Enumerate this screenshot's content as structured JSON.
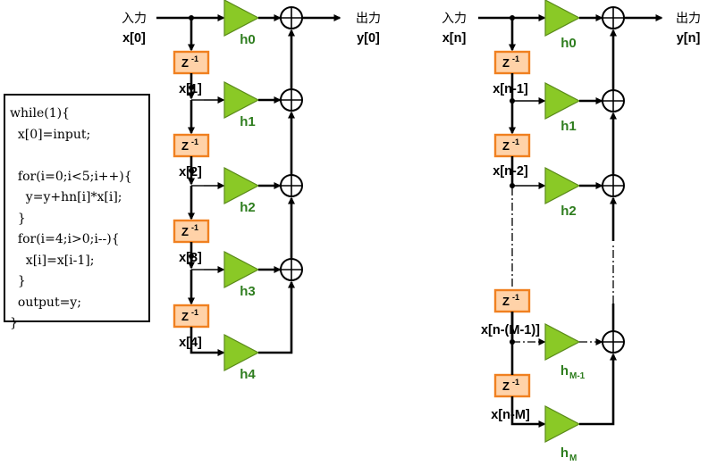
{
  "code": {
    "lines": [
      "while(1){",
      "  x[0]=input;",
      "",
      "  for(i=0;i<5;i++){",
      "    y=y+hn[i]*x[i];",
      "  }",
      "  for(i=4;i>0;i--){",
      "    x[i]=x[i-1];",
      "  }",
      "  output=y;",
      "}"
    ]
  },
  "left_diagram": {
    "input_label": "入力",
    "input_var": "x[0]",
    "output_label": "出力",
    "output_var": "y[0]",
    "delay_label": "Z",
    "delay_exp": "-1",
    "tap_labels": [
      "x[1]",
      "x[2]",
      "x[3]",
      "x[4]"
    ],
    "coefficients": [
      "h0",
      "h1",
      "h2",
      "h3",
      "h4"
    ]
  },
  "right_diagram": {
    "input_label": "入力",
    "input_var": "x[n]",
    "output_label": "出力",
    "output_var": "y[n]",
    "delay_label": "Z",
    "delay_exp": "-1",
    "tap_labels": [
      "x[n-1]",
      "x[n-2]",
      "x[n-(M-1)]",
      "x[n-M]"
    ],
    "coefficients": [
      {
        "main": "h0",
        "sub": ""
      },
      {
        "main": "h1",
        "sub": ""
      },
      {
        "main": "h2",
        "sub": ""
      },
      {
        "main": "h",
        "sub": "M-1"
      },
      {
        "main": "h",
        "sub": "M"
      }
    ]
  }
}
